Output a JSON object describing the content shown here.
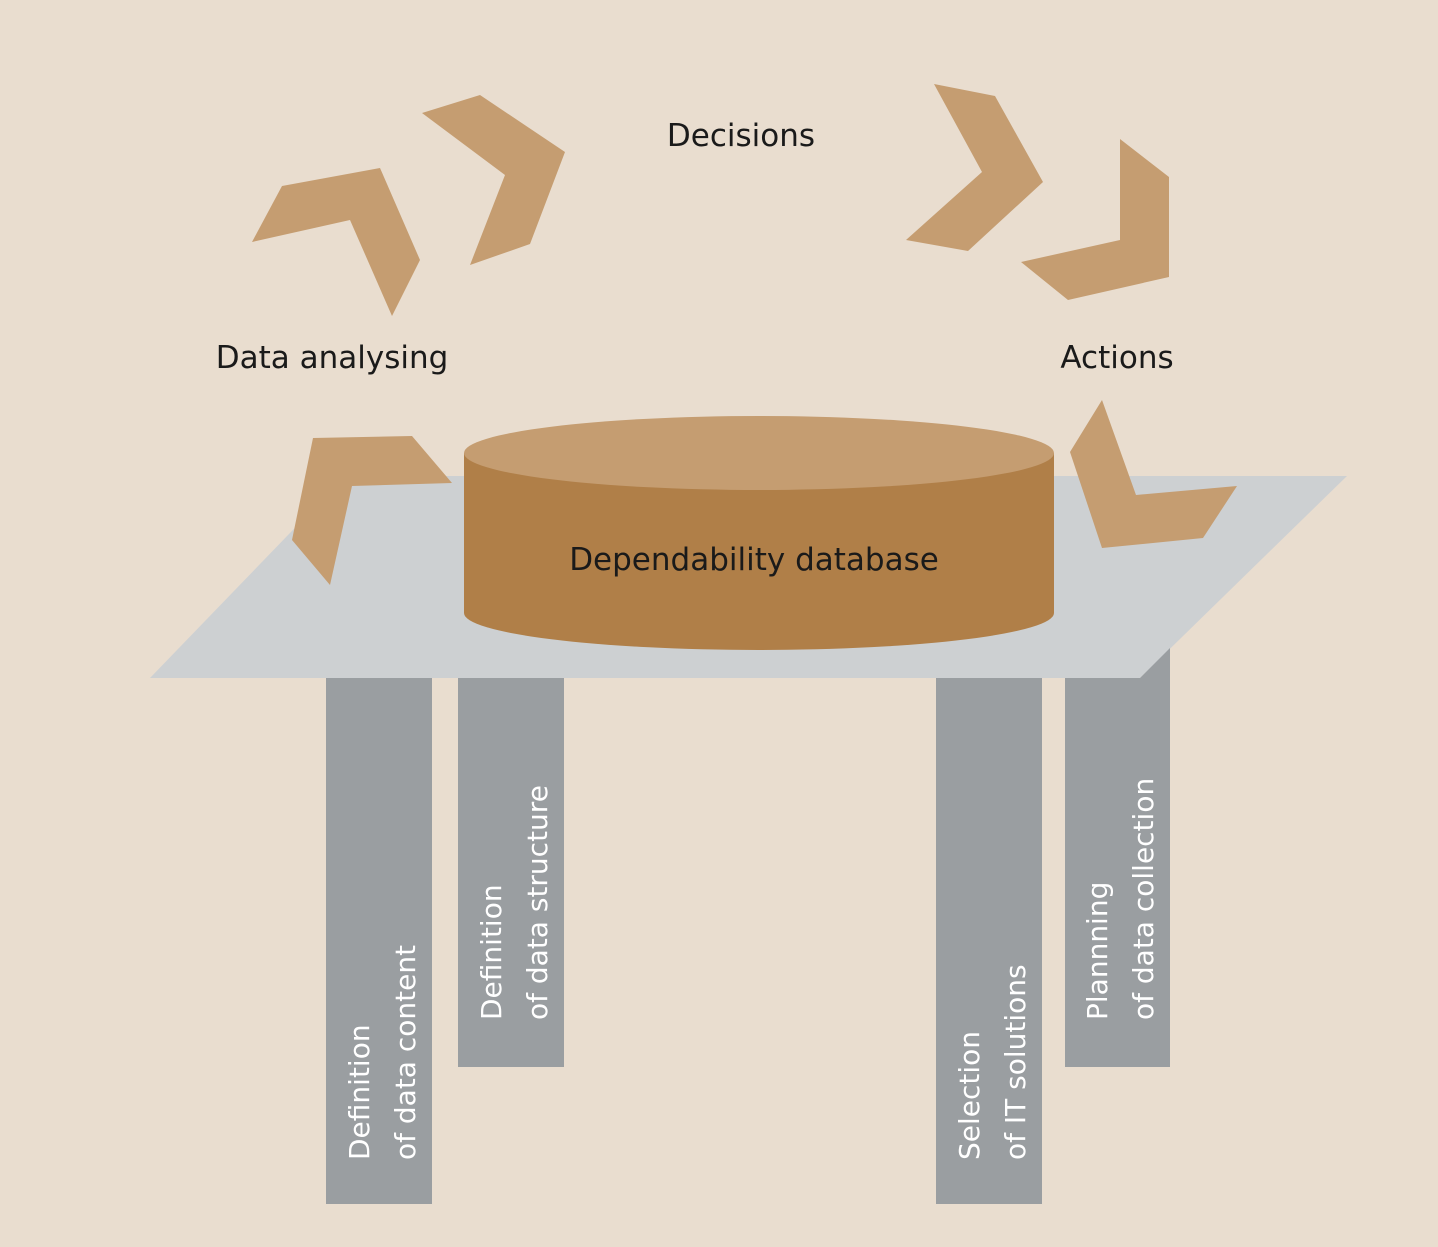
{
  "colors": {
    "background": "#e9ddcf",
    "arrow": "#c59d71",
    "cylinder_top": "#c59d71",
    "cylinder_body": "#b07f48",
    "platform": "#cdd0d2",
    "pillar": "#9a9ea1",
    "text": "#1a1a1a",
    "pillar_text": "#ffffff"
  },
  "cycle": {
    "decisions": "Decisions",
    "data_analysing": "Data analysing",
    "actions": "Actions"
  },
  "database": {
    "label": "Dependability database"
  },
  "pillars": [
    {
      "line1": "Definition",
      "line2": "of data content"
    },
    {
      "line1": "Definition",
      "line2": "of data structure"
    },
    {
      "line1": "Selection",
      "line2": "of IT solutions"
    },
    {
      "line1": "Plannning",
      "line2": "of data collection"
    }
  ]
}
